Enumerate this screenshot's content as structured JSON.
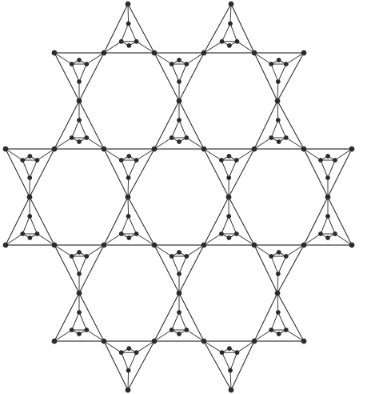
{
  "diagram": {
    "kind": "kagome-lattice-graph",
    "edge_color": "#3a3a3a",
    "node_color": "#2b2b2b",
    "background": "#ffffff",
    "gadget_count": 24,
    "gadget_node_count": 4
  }
}
